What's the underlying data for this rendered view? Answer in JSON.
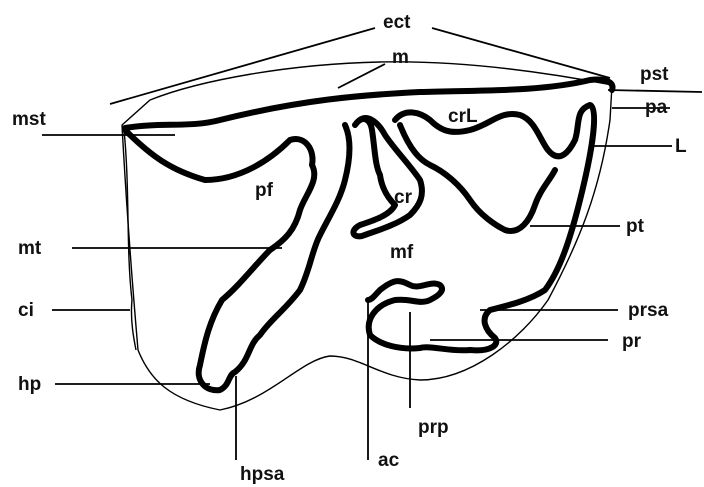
{
  "labels": {
    "ect": "ect",
    "m": "m",
    "pst": "pst",
    "mst": "mst",
    "pa": "pa",
    "crL": "crL",
    "L": "L",
    "pf": "pf",
    "cr": "cr",
    "pt": "pt",
    "mt": "mt",
    "mf": "mf",
    "ci": "ci",
    "prsa": "prsa",
    "pr": "pr",
    "hp": "hp",
    "prp": "prp",
    "ac": "ac",
    "hpsa": "hpsa"
  }
}
